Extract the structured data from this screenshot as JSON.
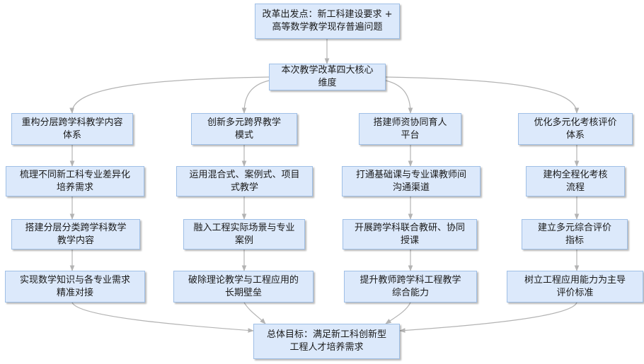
{
  "diagram": {
    "start": "改革出发点：新工科建设要求 +\n高等数学教学现存普遍问题",
    "core": "本次教学改革四大核心\n维度",
    "columns": [
      {
        "title": "重构分层跨学科教学内容\n体系",
        "steps": [
          "梳理不同新工科专业差异化\n培养需求",
          "搭建分层分类跨学科数学\n教学内容",
          "实现数学知识与各专业需求\n精准对接"
        ]
      },
      {
        "title": "创新多元跨界教学\n模式",
        "steps": [
          "运用混合式、案例式、项目\n式教学",
          "融入工程实际场景与专业\n案例",
          "破除理论教学与工程应用的\n长期壁垒"
        ]
      },
      {
        "title": "搭建师资协同育人\n平台",
        "steps": [
          "打通基础课与专业课教师间\n沟通渠道",
          "开展跨学科联合教研、协同\n授课",
          "提升教师跨学科工程教学\n综合能力"
        ]
      },
      {
        "title": "优化多元化考核评价\n体系",
        "steps": [
          "建构全程化考核\n流程",
          "建立多元综合评价\n指标",
          "树立工程应用能力为主导\n评价标准"
        ]
      }
    ],
    "goal": "总体目标：满足新工科创新型\n工程人才培养需求"
  },
  "colors": {
    "node_fill": "#dce9fb",
    "node_border": "#9fbfe6",
    "edge": "#b3b3b3"
  }
}
